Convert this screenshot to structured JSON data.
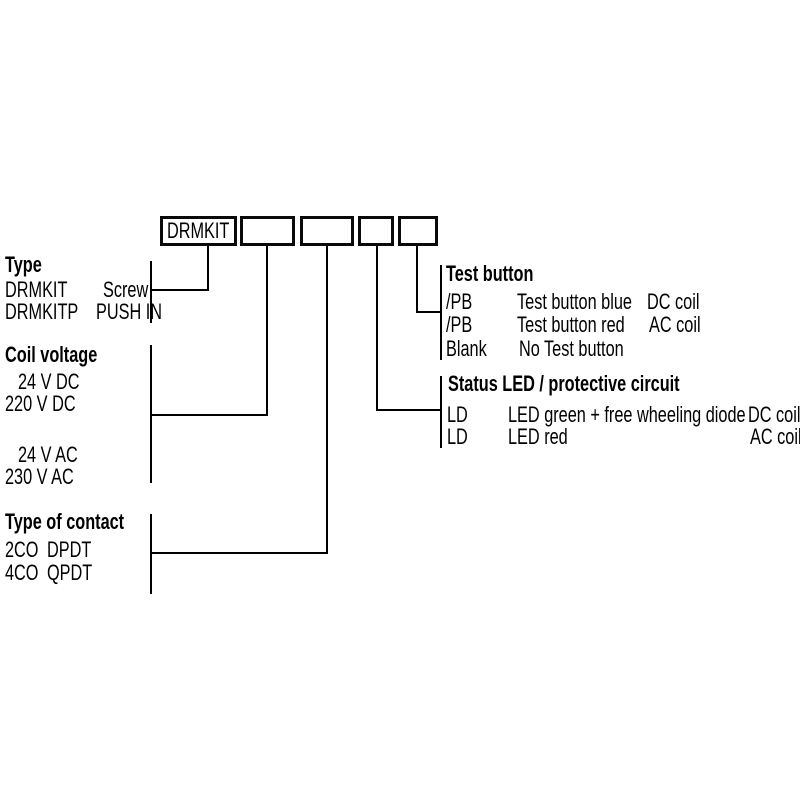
{
  "boxes": {
    "prefix": "DRMKIT"
  },
  "type": {
    "heading": "Type",
    "rows": [
      {
        "code": "DRMKIT",
        "desc": "Screw"
      },
      {
        "code": "DRMKITP",
        "desc": "PUSH IN"
      }
    ]
  },
  "coil_voltage": {
    "heading": "Coil voltage",
    "options": [
      "24 V DC",
      "220 V DC",
      "24 V AC",
      "230 V AC"
    ]
  },
  "type_of_contact": {
    "heading": "Type of contact",
    "rows": [
      {
        "code": "2CO",
        "desc": "DPDT"
      },
      {
        "code": "4CO",
        "desc": "QPDT"
      }
    ]
  },
  "test_button": {
    "heading": "Test button",
    "rows": [
      {
        "code": "/PB",
        "desc": "Test button blue",
        "coil": "DC coil"
      },
      {
        "code": "/PB",
        "desc": "Test button red",
        "coil": "AC coil"
      },
      {
        "code": "Blank",
        "desc": "No Test button",
        "coil": ""
      }
    ]
  },
  "status_led": {
    "heading": "Status LED / protective circuit",
    "rows": [
      {
        "code": "LD",
        "desc": "LED green + free wheeling diode",
        "coil": "DC coil"
      },
      {
        "code": "LD",
        "desc": "LED red",
        "coil": "AC coil"
      }
    ]
  },
  "colors": {
    "background": "#ffffff",
    "line": "#000000",
    "text": "#000000"
  }
}
